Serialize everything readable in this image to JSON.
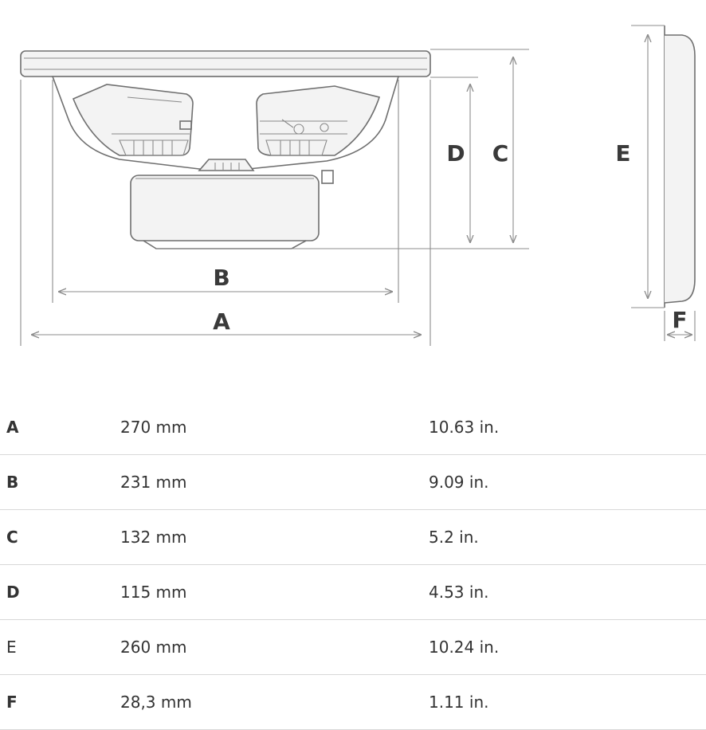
{
  "diagram": {
    "labels": {
      "a": "A",
      "b": "B",
      "c": "C",
      "d": "D",
      "e": "E",
      "f": "F"
    }
  },
  "table": {
    "rows": [
      {
        "letter": "A",
        "mm": "270 mm",
        "inches": "10.63 in.",
        "letter_bold": true
      },
      {
        "letter": "B",
        "mm": "231 mm",
        "inches": "9.09 in.",
        "letter_bold": true
      },
      {
        "letter": "C",
        "mm": "132 mm",
        "inches": "5.2 in.",
        "letter_bold": true
      },
      {
        "letter": "D",
        "mm": "115 mm",
        "inches": "4.53 in.",
        "letter_bold": true
      },
      {
        "letter": "E",
        "mm": "260 mm",
        "inches": "10.24 in.",
        "letter_bold": false
      },
      {
        "letter": "F",
        "mm": "28,3 mm",
        "inches": "1.11 in.",
        "letter_bold": true
      }
    ]
  }
}
